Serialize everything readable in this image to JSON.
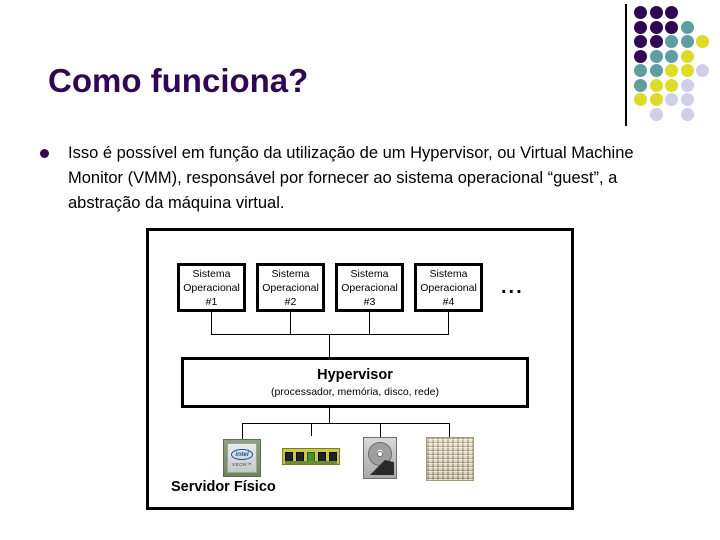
{
  "slide": {
    "title": "Como funciona?",
    "title_color": "#2E0854",
    "bullet": {
      "marker_icon": "bullet-dot-icon",
      "text": "Isso é possível em função da utilização de um Hypervisor, ou Virtual Machine Monitor (VMM), responsável por fornecer ao sistema operacional “guest”, a abstração da máquina virtual."
    }
  },
  "decor": {
    "divider_icon": "vertical-rule-icon",
    "palette": {
      "purple": "#2E0854",
      "teal": "#5F9EA0",
      "yellow": "#DCDC28",
      "lavender": "#CFCFE8"
    },
    "dot_grid": [
      [
        "purple",
        "purple",
        "purple",
        "",
        ""
      ],
      [
        "purple",
        "purple",
        "purple",
        "teal",
        ""
      ],
      [
        "purple",
        "purple",
        "teal",
        "teal",
        "yellow"
      ],
      [
        "purple",
        "teal",
        "teal",
        "yellow",
        ""
      ],
      [
        "teal",
        "teal",
        "yellow",
        "yellow",
        "lavender"
      ],
      [
        "teal",
        "yellow",
        "yellow",
        "lavender",
        ""
      ],
      [
        "yellow",
        "yellow",
        "lavender",
        "lavender",
        ""
      ],
      [
        "",
        "lavender",
        "",
        "lavender",
        ""
      ]
    ]
  },
  "diagram": {
    "container_label": "Servidor Físico",
    "os_boxes": [
      {
        "line1": "Sistema",
        "line2": "Operacional",
        "line3": "#1"
      },
      {
        "line1": "Sistema",
        "line2": "Operacional",
        "line3": "#2"
      },
      {
        "line1": "Sistema",
        "line2": "Operacional",
        "line3": "#3"
      },
      {
        "line1": "Sistema",
        "line2": "Operacional",
        "line3": "#4"
      }
    ],
    "os_overflow": "...",
    "hypervisor": {
      "title": "Hypervisor",
      "subtitle": "(processador, memória, disco, rede)"
    },
    "hardware": [
      {
        "icon": "cpu-icon",
        "brand": "intel",
        "model": "XEON™"
      },
      {
        "icon": "ram-module-icon"
      },
      {
        "icon": "hard-disk-icon"
      },
      {
        "icon": "network-cables-icon"
      }
    ]
  }
}
